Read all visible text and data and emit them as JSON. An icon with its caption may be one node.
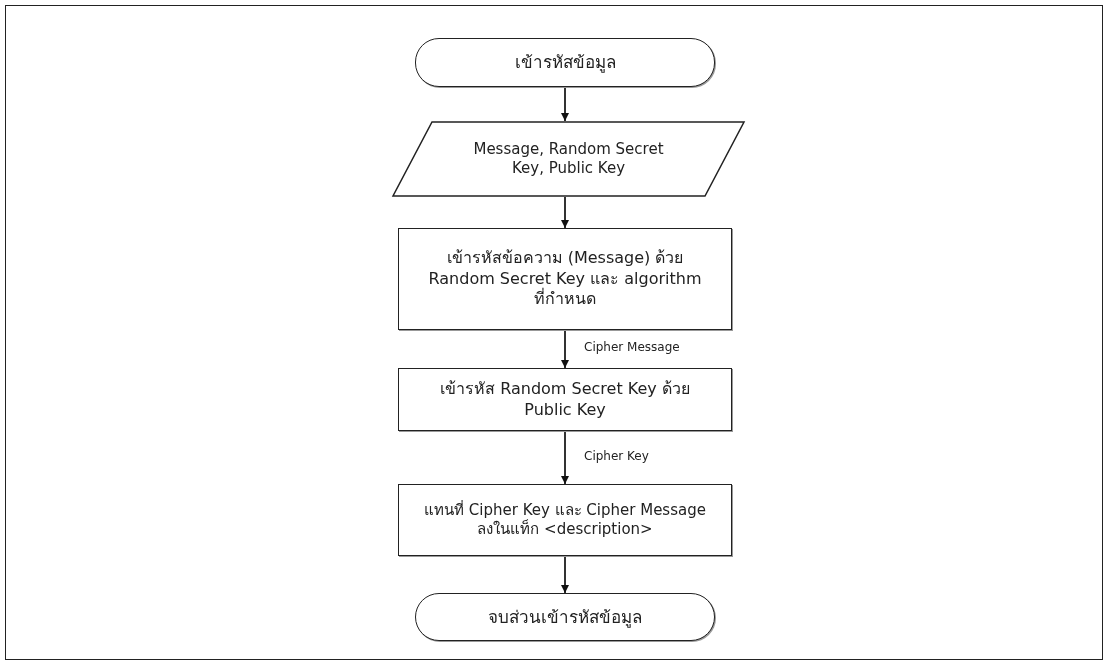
{
  "diagram": {
    "nodes": [
      {
        "text": [
          "เข้ารหัสข้อมูล"
        ]
      },
      {
        "text": [
          "Message, Random Secret Key, Public Key"
        ]
      },
      {
        "text": [
          "เข้ารหัสข้อความ (Message) ด้วย Random Secret Key และ algorithm ที่กำหนด"
        ]
      },
      {
        "text": [
          "เข้ารหัส Random Secret Key ด้วย Public Key"
        ]
      },
      {
        "text": [
          "แทนที่ Cipher Key และ Cipher Message ลงในแท็ก <description>"
        ]
      },
      {
        "text": [
          "จบส่วนเข้ารหัสข้อมูล"
        ]
      }
    ],
    "edges": [
      {
        "from": 0,
        "to": 1,
        "arrow": "to"
      },
      {
        "from": 1,
        "to": 2,
        "arrow": "to"
      },
      {
        "from": 2,
        "to": 3,
        "arrow": "to",
        "label": "Cipher Message"
      },
      {
        "from": 3,
        "to": 4,
        "arrow": "to",
        "label": "Cipher Key"
      },
      {
        "from": 4,
        "to": 5,
        "arrow": "to"
      }
    ]
  }
}
